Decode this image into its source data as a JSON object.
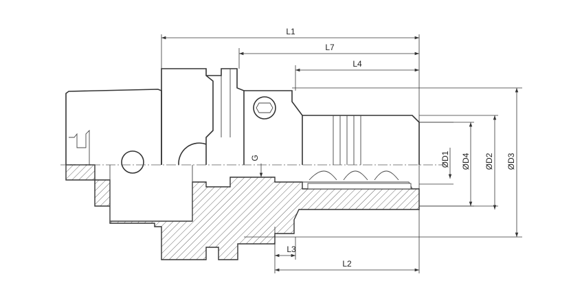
{
  "drawing": {
    "labels": {
      "L1": "L1",
      "L7": "L7",
      "L4": "L4",
      "L3": "L3",
      "L2": "L2",
      "G": "G",
      "D1": "ØD1",
      "D4": "ØD4",
      "D2": "ØD2",
      "D3": "ØD3"
    },
    "colors": {
      "line": "#333333",
      "hatch": "#555555",
      "background": "#ffffff"
    }
  }
}
